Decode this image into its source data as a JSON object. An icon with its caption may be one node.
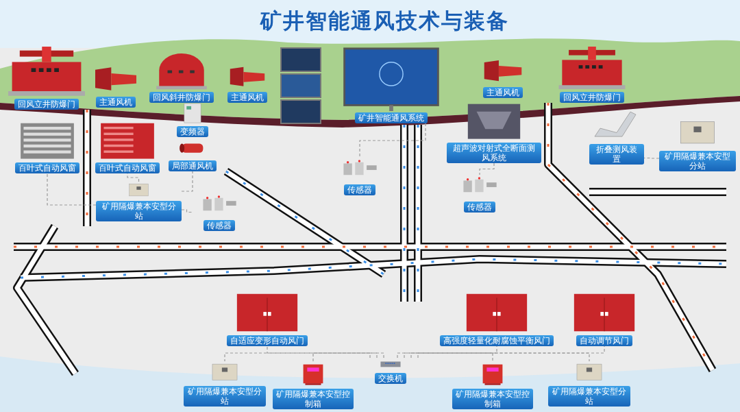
{
  "diagram": {
    "title": "矿井智能通风技术与装备",
    "nodes": [
      {
        "text": [
          "回风立井防爆门"
        ]
      },
      {
        "text": [
          "主通风机"
        ]
      },
      {
        "text": [
          "回风斜井防爆门"
        ]
      },
      {
        "text": [
          "主通风机"
        ]
      },
      {
        "text": [
          "百叶式自动风窗"
        ]
      },
      {
        "text": [
          "百叶式自动风窗"
        ]
      },
      {
        "text": [
          "变频器"
        ]
      },
      {
        "text": [
          "局部通风机"
        ]
      },
      {
        "text": [
          "矿用隔爆兼本安型分站"
        ]
      },
      {
        "text": [
          "传感器"
        ]
      },
      {
        "text": [
          "矿井智能通风系统"
        ]
      },
      {
        "text": [
          "传感器"
        ]
      },
      {
        "text": [
          "主通风机"
        ]
      },
      {
        "text": [
          "回风立井防爆门"
        ]
      },
      {
        "text": [
          "超声波对射式全断面测风系统"
        ]
      },
      {
        "text": [
          "折叠测风装置"
        ]
      },
      {
        "text": [
          "矿用隔爆兼本安型分站"
        ]
      },
      {
        "text": [
          "传感器"
        ]
      },
      {
        "text": [
          "自适应变形自动风门"
        ]
      },
      {
        "text": [
          "交换机"
        ]
      },
      {
        "text": [
          "高强度轻量化耐腐蚀平衡风门"
        ]
      },
      {
        "text": [
          "自动调节风门"
        ]
      },
      {
        "text": [
          "矿用隔爆兼本安型分站"
        ]
      },
      {
        "text": [
          "矿用隔爆兼本安型控制箱"
        ]
      },
      {
        "text": [
          "矿用隔爆兼本安型控制箱"
        ]
      },
      {
        "text": [
          "矿用隔爆兼本安型分站"
        ]
      }
    ],
    "edges": [
      {
        "from": 8,
        "to": 4,
        "arrow": "none",
        "style": "dashed"
      },
      {
        "from": 8,
        "to": 5,
        "arrow": "none",
        "style": "dashed"
      },
      {
        "from": 8,
        "to": 7,
        "arrow": "none",
        "style": "dashed"
      },
      {
        "from": 8,
        "to": 9,
        "arrow": "none",
        "style": "dashed"
      },
      {
        "from": 10,
        "to": 11,
        "arrow": "none",
        "style": "dashed"
      },
      {
        "from": 14,
        "to": 17,
        "arrow": "none",
        "style": "dashed"
      },
      {
        "from": 16,
        "to": 15,
        "arrow": "none",
        "style": "dashed"
      },
      {
        "from": 19,
        "to": 18,
        "arrow": "none",
        "style": "dashed"
      },
      {
        "from": 19,
        "to": 20,
        "arrow": "none",
        "style": "dashed"
      },
      {
        "from": 19,
        "to": 21,
        "arrow": "none",
        "style": "dashed"
      },
      {
        "from": 19,
        "to": 22,
        "arrow": "none",
        "style": "dashed"
      },
      {
        "from": 19,
        "to": 23,
        "arrow": "none",
        "style": "dashed"
      },
      {
        "from": 19,
        "to": 24,
        "arrow": "none",
        "style": "dashed"
      },
      {
        "from": 19,
        "to": 25,
        "arrow": "none",
        "style": "dashed"
      }
    ]
  }
}
